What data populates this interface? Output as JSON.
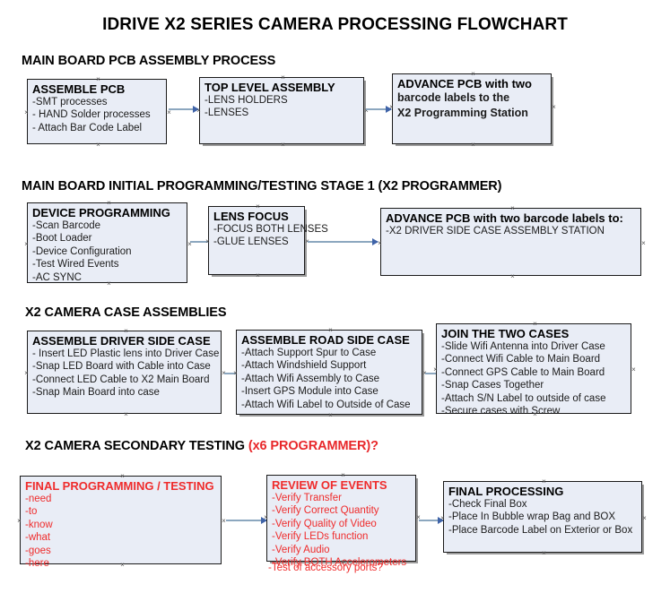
{
  "document": {
    "title": "IDRIVE X2  SERIES CAMERA PROCESSING FLOWCHART"
  },
  "colors": {
    "box_fill": "#e9edf6",
    "box_border": "#1a1a1a",
    "red_text": "#ef2c2c",
    "arrow_shaft": "#8ca7bf",
    "arrow_head": "#3f63a8",
    "heading_text": "#000000"
  },
  "sections": [
    {
      "heading": "MAIN BOARD PCB ASSEMBLY PROCESS",
      "heading_suffix": "",
      "boxes": [
        {
          "title": "ASSEMBLE PCB",
          "lines": [
            "-SMT processes",
            "- HAND Solder processes",
            "- Attach Bar Code Label"
          ]
        },
        {
          "title": "TOP LEVEL ASSEMBLY",
          "lines": [
            "-LENS HOLDERS",
            "-LENSES"
          ]
        },
        {
          "title": "ADVANCE PCB with two",
          "lines": [
            "barcode labels to the",
            " X2 Programming Station"
          ]
        }
      ]
    },
    {
      "heading": "MAIN BOARD INITIAL PROGRAMMING/TESTING STAGE 1 (X2 PROGRAMMER)",
      "heading_suffix": "",
      "boxes": [
        {
          "title": "DEVICE PROGRAMMING",
          "lines": [
            "-Scan Barcode",
            "-Boot Loader",
            "-Device Configuration",
            "-Test Wired Events",
            "-AC SYNC"
          ]
        },
        {
          "title": "LENS FOCUS",
          "lines": [
            "-FOCUS BOTH LENSES",
            "-GLUE LENSES"
          ]
        },
        {
          "title": "ADVANCE PCB with two barcode labels to:",
          "lines": [
            "-X2 DRIVER  SIDE  CASE  ASSEMBLY STATION"
          ]
        }
      ]
    },
    {
      "heading": "X2 CAMERA CASE ASSEMBLIES",
      "heading_suffix": "",
      "boxes": [
        {
          "title": "ASSEMBLE DRIVER SIDE CASE",
          "lines": [
            "- Insert LED Plastic lens into Driver Case",
            "-Snap LED Board with Cable into Case",
            "-Connect LED Cable to X2 Main Board",
            "-Snap Main Board into case"
          ]
        },
        {
          "title": "ASSEMBLE ROAD SIDE CASE",
          "lines": [
            "-Attach Support Spur to Case",
            "-Attach Windshield Support",
            "-Attach Wifi Assembly to Case",
            "-Insert GPS Module into Case",
            "-Attach Wifi Label to Outside of Case"
          ]
        },
        {
          "title": "JOIN THE TWO CASES",
          "lines": [
            "-Slide Wifi Antenna into Driver Case",
            "-Connect Wifi Cable to Main Board",
            "-Connect GPS Cable to Main Board",
            "-Snap Cases Together",
            "-Attach S/N Label to outside of case",
            "-Secure cases with Screw"
          ]
        }
      ]
    },
    {
      "heading": "X2 CAMERA SECONDARY TESTING ",
      "heading_suffix": "(x6 PROGRAMMER)?",
      "boxes": [
        {
          "title": "FINAL PROGRAMMING / TESTING",
          "lines": [
            "-need",
            "-to",
            "-know",
            "-what",
            "-goes",
            "-here"
          ]
        },
        {
          "title": "REVIEW OF EVENTS",
          "lines": [
            "-Verify Transfer",
            "-Verify Correct Quantity",
            "-Verify Quality of Video",
            "-Verify LEDs function",
            "-Verify Audio",
            "-Verify BOTH Accelerometers"
          ],
          "overflow_line": "-Test of accessory ports?"
        },
        {
          "title": "FINAL PROCESSING",
          "lines": [
            " -Check Final Box",
            "-Place In Bubble wrap Bag and BOX",
            "-Place Barcode Label on Exterior or Box"
          ]
        }
      ]
    }
  ]
}
